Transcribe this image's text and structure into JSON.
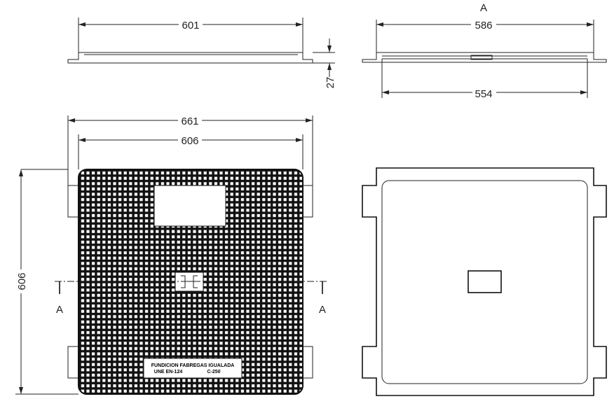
{
  "dimensions": {
    "top_length": "601",
    "height": "27",
    "section_outer": "586",
    "section_inner": "554",
    "plan_outer": "661",
    "plan_inner": "606",
    "plan_vertical": "606"
  },
  "section_labels": {
    "top": "A",
    "left": "A",
    "right": "A"
  },
  "plate": {
    "line1": "FUNDICION FABREGAS IGUALADA",
    "line2a": "UNE EN-124",
    "line2b": "C-250"
  }
}
